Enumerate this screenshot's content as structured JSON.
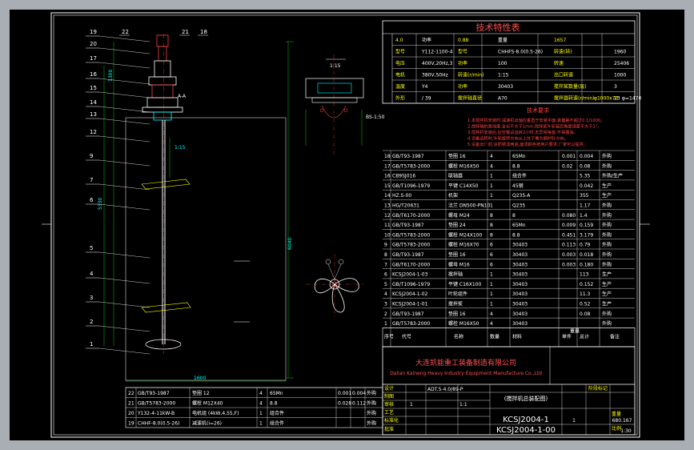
{
  "spec_table": {
    "title": "技术特性表",
    "rows": [
      {
        "c1": "4.0",
        "c2": "功率",
        "c3": "0.88",
        "c4": "重量",
        "c5": "1657"
      },
      {
        "c1": "型号",
        "c2": "Y112-1100-4",
        "c3": "型号",
        "c4": "CHHFS-8.0(0.5-26)",
        "c5": "转速(转)",
        "c6": "1960"
      },
      {
        "c1": "电压",
        "c2": "400V,20Hz,3",
        "c3": "功率",
        "c4": "100",
        "c5": "转速",
        "c6": "25406"
      },
      {
        "c1": "电机",
        "c2": "380V,50Hz",
        "c3": "转速(r/min)",
        "c4": "1:15",
        "c5": "出口转速",
        "c6": "1000"
      },
      {
        "c1": "温度",
        "c2": "Y4",
        "c3": "功率",
        "c4": "30403",
        "c5": "搅拌桨数量(层)",
        "c6": "3"
      },
      {
        "c1": "外形",
        "c2": "/ 39",
        "c3": "搅拌轴直径",
        "c4": "A70",
        "c5": "搅拌器转速(r/min)",
        "c6": "23",
        "c7": "φ1000x70",
        "c8": "φ=1470"
      }
    ]
  },
  "requirements": {
    "title": "技术要求",
    "lines": [
      "1.本搅拌机安装时,减速机出轴应垂直于安装平面,其偏差不超过0.1/1000。",
      "2.搅拌轴的直线度,全长不大于1mm,搅拌桨叶安装后角度误差不大于1°。",
      "3.搅拌机安装后,应空载试运转2小时,无异常噪音,不得漏油。",
      "4.设备运转时,叶轮旋转方向从上往下看为顺时针方向。",
      "5.设备出厂前,涂防锈漆两遍,面漆颜色按用户要求,厂家可以提供。"
    ]
  },
  "parts": [
    {
      "no": "18",
      "code": "GB/T93-1987",
      "name": "垫圈 16",
      "qty": "4",
      "mat": "65Mn",
      "w1": "0.001",
      "w2": "0.004",
      "note": "外购"
    },
    {
      "no": "17",
      "code": "GB/T5783-2000",
      "name": "螺栓 M16X50",
      "qty": "4",
      "mat": "8.8",
      "w1": "0.02",
      "w2": "0.08",
      "note": "外购"
    },
    {
      "no": "16",
      "code": "CB9SJ016",
      "name": "联轴器",
      "qty": "1",
      "mat": "组合件",
      "w1": "",
      "w2": "5.35",
      "note": "外购/生产"
    },
    {
      "no": "15",
      "code": "GB/T1096-1979",
      "name": "平键 C14X50",
      "qty": "1",
      "mat": "45钢",
      "w1": "",
      "w2": "0.042",
      "note": "生产"
    },
    {
      "no": "14",
      "code": "HZ.S-00",
      "name": "机架",
      "qty": "1",
      "mat": "Q235-A",
      "w1": "",
      "w2": "355",
      "note": "生产"
    },
    {
      "no": "13",
      "code": "HG/T20631",
      "name": "法兰 DN500-PN10",
      "qty": "1",
      "mat": "Q235",
      "w1": "",
      "w2": "1.17",
      "note": "外购"
    },
    {
      "no": "12",
      "code": "GB/T6170-2000",
      "name": "螺母 M24",
      "qty": "8",
      "mat": "8",
      "w1": "0.080",
      "w2": "1.4",
      "note": "外购"
    },
    {
      "no": "11",
      "code": "GB/T93-1987",
      "name": "垫圈 24",
      "qty": "8",
      "mat": "65Mn",
      "w1": "0.009",
      "w2": "0.159",
      "note": "外购"
    },
    {
      "no": "10",
      "code": "GB/T5783-2000",
      "name": "螺栓 M24X100",
      "qty": "8",
      "mat": "8.8",
      "w1": "0.451",
      "w2": "3.179",
      "note": "外购"
    },
    {
      "no": "9",
      "code": "GB/T5783-2000",
      "name": "螺栓 M16X70",
      "qty": "6",
      "mat": "30403",
      "w1": "0.113",
      "w2": "0.79",
      "note": "外购"
    },
    {
      "no": "8",
      "code": "GB/T93-1987",
      "name": "垫圈 16",
      "qty": "6",
      "mat": "30403",
      "w1": "0.003",
      "w2": "0.018",
      "note": "外购"
    },
    {
      "no": "7",
      "code": "GB/T6170-2000",
      "name": "螺母 M16",
      "qty": "6",
      "mat": "30403",
      "w1": "0.003",
      "w2": "0.180",
      "note": "外购"
    },
    {
      "no": "6",
      "code": "KCSJ2004-1-03",
      "name": "搅拌轴",
      "qty": "1",
      "mat": "30403",
      "w1": "",
      "w2": "113",
      "note": "生产"
    },
    {
      "no": "5",
      "code": "GB/T1096-1979",
      "name": "平键 C16X100",
      "qty": "1",
      "mat": "30403",
      "w1": "",
      "w2": "0.152",
      "note": "生产"
    },
    {
      "no": "4",
      "code": "KCSJ2004-1-02",
      "name": "叶轮组件",
      "qty": "1",
      "mat": "30403",
      "w1": "",
      "w2": "11.3",
      "note": "生产"
    },
    {
      "no": "3",
      "code": "KCSJ2004-1-01",
      "name": "搅拌桨",
      "qty": "1",
      "mat": "30403",
      "w1": "",
      "w2": "0.52",
      "note": "生产"
    },
    {
      "no": "2",
      "code": "GB/T93-1987",
      "name": "垫圈 16",
      "qty": "4",
      "mat": "30403",
      "w1": "",
      "w2": "0.08",
      "note": "外购"
    },
    {
      "no": "1",
      "code": "GB/T5783-2000",
      "name": "螺栓 M16X50",
      "qty": "4",
      "mat": "30403",
      "w1": "",
      "w2": "",
      "note": "外购"
    }
  ],
  "parts_header": {
    "no": "序号",
    "code": "代号",
    "name": "名称",
    "qty": "数量",
    "mat": "材料",
    "w1": "单件",
    "w2": "总计",
    "wlabel": "重量",
    "note": "备注"
  },
  "parts_bottom": [
    {
      "no": "22",
      "code": "GB/T93-1987",
      "name": "垫圈 12",
      "qty": "4",
      "mat": "65Mn",
      "w1": "0.001",
      "w2": "0.004",
      "note": "外购"
    },
    {
      "no": "21",
      "code": "GB/T5783-2000",
      "name": "螺栓 M12X40",
      "qty": "4",
      "mat": "8.8",
      "w1": "0.028",
      "w2": "0.112",
      "note": "外购"
    },
    {
      "no": "20",
      "code": "Y132-4-11kW-B",
      "name": "电机组 (4kW,4,55,F)",
      "qty": "1",
      "mat": "组合件",
      "w1": "",
      "w2": "",
      "note": "外购"
    },
    {
      "no": "19",
      "code": "CHHF-8.0(0.5-26)",
      "name": "减速机(i=26)",
      "qty": "1",
      "mat": "组合件",
      "w1": "",
      "w2": "",
      "note": "外购"
    }
  ],
  "title_block": {
    "company_cn": "大连凯能重工装备制造有限公司",
    "company_en": "Dalian Kaineng Heavy Industry Equipment Manufacture Co.,Ltd",
    "model": "ADT.5-4.0/89-P",
    "scale": "1:1",
    "sheet": "1",
    "drawing_name": "(搅拌机总装配图)",
    "drawing_no": "KCSJ2004-1",
    "drawing_no2": "KCSJ2004-1-00",
    "count": "1",
    "weight": "680.167",
    "ratio": "1:30",
    "stage_labels": [
      "设计",
      "制图",
      "审核",
      "工艺",
      "标准化",
      "批准"
    ],
    "stage": "阶段标记",
    "weight_label": "重量",
    "ratio_label": "比例"
  },
  "balloons": [
    "19",
    "20",
    "17",
    "16",
    "15",
    "14",
    "13",
    "12",
    "9",
    "7",
    "6",
    "5",
    "4",
    "3",
    "2",
    "1"
  ],
  "balloon_top": [
    "22",
    "21",
    "18"
  ],
  "dims": {
    "d1": "1300",
    "d2": "1600",
    "d3": "5330",
    "d4": "6040",
    "d5": "1:15",
    "d6": "BS-1:50"
  },
  "section_label": "A-A"
}
